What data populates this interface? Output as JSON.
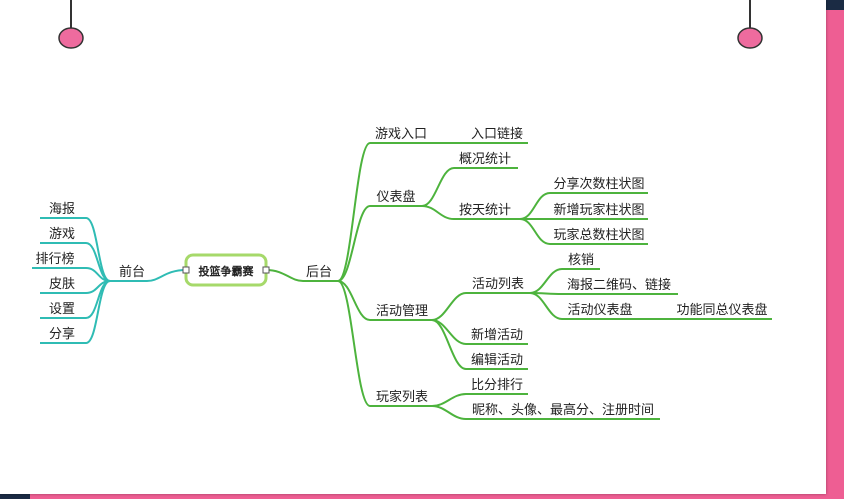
{
  "root": {
    "label": "投篮争霸赛"
  },
  "left": {
    "label": "前台",
    "children": [
      "海报",
      "游戏",
      "排行榜",
      "皮肤",
      "设置",
      "分享"
    ]
  },
  "right": {
    "label": "后台",
    "game_entry": {
      "label": "游戏入口",
      "child": "入口链接"
    },
    "dashboard": {
      "label": "仪表盘",
      "overview": "概况统计",
      "daily": {
        "label": "按天统计",
        "children": [
          "分享次数柱状图",
          "新增玩家柱状图",
          "玩家总数柱状图"
        ]
      }
    },
    "activity": {
      "label": "活动管理",
      "list": {
        "label": "活动列表",
        "children": [
          "核销",
          "海报二维码、链接",
          "活动仪表盘"
        ],
        "dashboard_note": "功能同总仪表盘"
      },
      "add": "新增活动",
      "edit": "编辑活动"
    },
    "players": {
      "label": "玩家列表",
      "children": [
        "比分排行",
        "昵称、头像、最高分、注册时间"
      ]
    }
  },
  "colors": {
    "green": "#4db33d",
    "teal": "#2fbcb4",
    "pink_pin": "#ee6b9e",
    "root_border": "#a6d96a"
  }
}
